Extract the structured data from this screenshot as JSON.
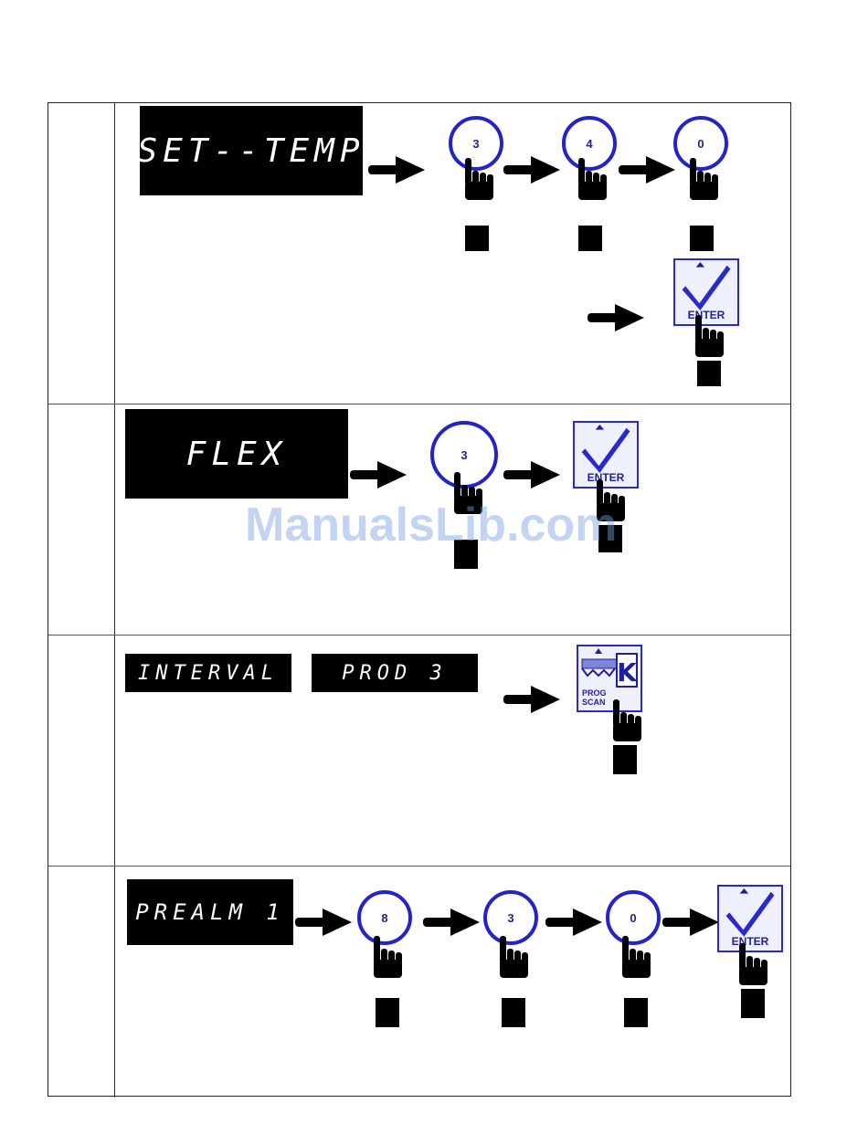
{
  "colors": {
    "key_blue": "#2323c8",
    "lcd_bg": "#000000",
    "watermark": "#78a0e1"
  },
  "icons": [
    "right-arrow-icon",
    "pointing-hand-icon",
    "checkmark-icon",
    "key-icon",
    "up-triangle-icon"
  ],
  "watermark": "ManualsLib.com",
  "row1": {
    "lcd": "SET--TEMP",
    "keys": [
      "3",
      "4",
      "0"
    ],
    "enter": "ENTER"
  },
  "row2": {
    "lcd": "FLEX",
    "keys": [
      "3"
    ],
    "enter": "ENTER"
  },
  "row3": {
    "lcd1": "INTERVAL",
    "lcd2": "PROD 3",
    "prog_line1": "PROG",
    "prog_line2": "SCAN"
  },
  "row4": {
    "lcd": "PREALM 1",
    "keys": [
      "8",
      "3",
      "0"
    ],
    "enter": "ENTER"
  }
}
